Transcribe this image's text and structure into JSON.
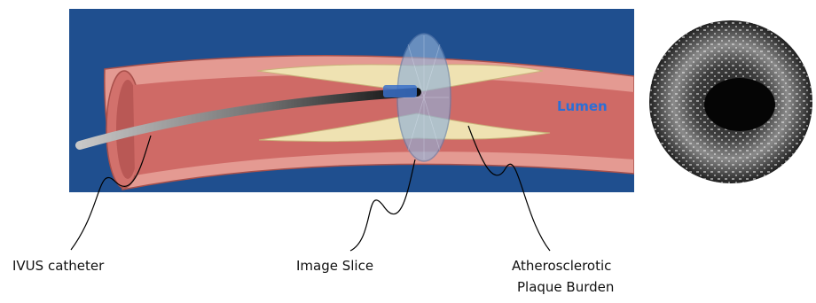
{
  "labels": {
    "lumen": "Lumen",
    "ivus_catheter": "IVUS catheter",
    "image_slice": "Image Slice",
    "plaque_line1": "Atherosclerotic",
    "plaque_line2": "Plaque Burden"
  },
  "colors": {
    "background_panel": "#1f4f8f",
    "vessel_wall": "#e49a92",
    "vessel_inner": "#c95f5c",
    "plaque": "#efe2b2",
    "lumen_label": "#2b6fd6",
    "catheter_dark": "#111111",
    "catheter_light": "#bfbfbf",
    "slice_disc": "#8fb0d8",
    "ivus_image_bg": "#111111",
    "callout_line": "#000000"
  },
  "icons": {
    "ivus_image": "ivus-cross-section-icon"
  }
}
